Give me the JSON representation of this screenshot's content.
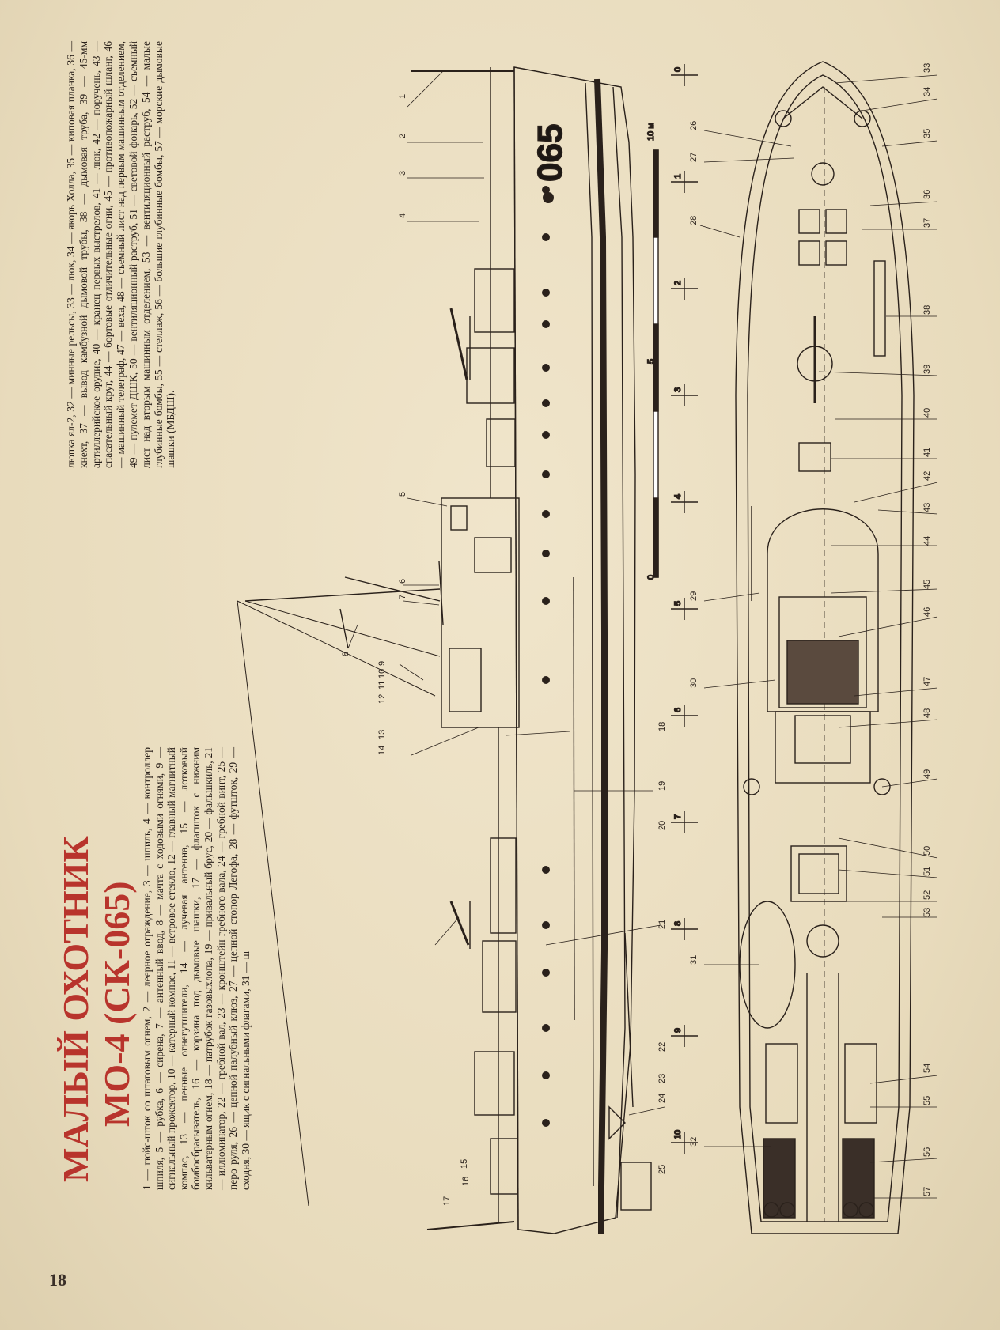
{
  "page": {
    "number": "18",
    "title_line1": "МАЛЫЙ ОХОТНИК",
    "title_line2": "МО-4 (СК-065)"
  },
  "legend_left": "1 — гюйс-шток со штаговым огнем, 2 — леерное ограждение, 3 — шпиль, 4 — контроллер шпиля, 5 — рубка, 6 — сирена, 7 — антенный ввод, 8 — мачта с ходовыми огнями, 9 — сигнальный прожектор, 10 — катерный компас, 11 — ветровое стекло, 12 — главный магнитный компас, 13 — пенные огнегутшители, 14 — лучевая антенна, 15 — лотковый бомбосбрасыватель, 16 — корзина под дымовые шашки, 17 — флагшток с нижним кильватерным огнем, 18 — патрубок газовыхлопа, 19 — привальный брус, 20 — фальшкиль, 21 — иллюминатор, 22 — гребной вал, 23 — кронштейн гребного вала, 24 — гребной винт, 25 — перо руля, 26 — цепной палубный клюз, 27 — цепной стопор Легофа, 28 — футшток, 29 — сходня, 30 — ящик с сигнальными флагами, 31 — шлюпка ял-2, 32 — минные рельсы, 33 — люк, 34 — якорь Холла, 35 — киповая планка, 36 — кнехт, 37 — вывод камбузной дымовой трубы, 38 — дымовая труба, 39 — 45-мм артиллерийское орудие, 40 — кранец первых выстрелов, 41 — люк, 42 — поручень, 43 — спасательный круг, 44 — бортовые отличительные огни, 45 — противопожарный шланг, 46 — машинный телеграф, 47 — веха, 48 — съемный лист над первым машинным отделением, 49 — пулемет ДШК, 50 — вентиляционный раструб, 51 — световой фонарь, 52 — съемный лист над вторым машинным отделением, 53 — вентиляционный раструб, 54 — малые глубинные бомбы, 55 — стеллаж, 56 — большие глубинные бомбы, 57 — морские дымовые шашки (МБДШ).",
  "legend_left_split": 705,
  "hull_number": "065",
  "scale": {
    "unit": "10 м",
    "ticks": [
      "0",
      "5"
    ]
  },
  "stations": [
    "0",
    "1",
    "2",
    "3",
    "4",
    "5",
    "6",
    "7",
    "8",
    "9",
    "10"
  ],
  "side_callouts": [
    "1",
    "2",
    "3",
    "4",
    "5",
    "6",
    "7",
    "8",
    "9",
    "10",
    "11",
    "12",
    "13",
    "14",
    "15",
    "16",
    "17",
    "18",
    "19",
    "20",
    "21",
    "22",
    "23",
    "24",
    "25"
  ],
  "plan_callouts": [
    "26",
    "27",
    "28",
    "29",
    "30",
    "31",
    "32",
    "33",
    "34",
    "35",
    "36",
    "37",
    "38",
    "39",
    "40",
    "41",
    "42",
    "43",
    "44",
    "45",
    "46",
    "47",
    "48",
    "49",
    "50",
    "51",
    "52",
    "53",
    "54",
    "55",
    "56",
    "57"
  ],
  "colors": {
    "title": "#b8342c",
    "paper": "#ece0c3",
    "ink": "#2a211b"
  }
}
